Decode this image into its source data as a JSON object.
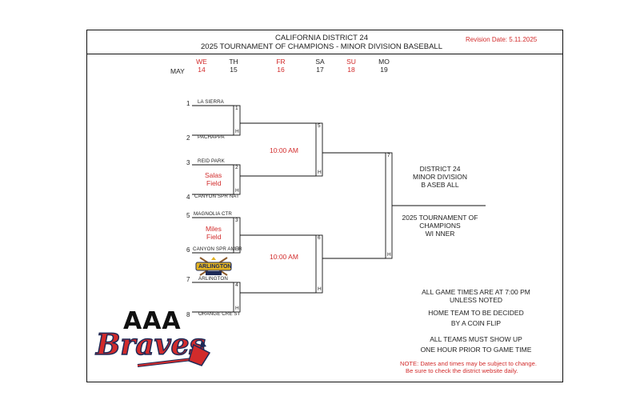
{
  "header": {
    "title_line1": "CALIFORNIA DISTRICT 24",
    "title_line2": "2025 TOURNAMENT OF CHAMPIONS - MINOR DIVISION BASEBALL",
    "revision": "Revision Date: 5.11.2025"
  },
  "calendar": {
    "month": "MAY",
    "days": [
      {
        "dow": "WE",
        "date": "14",
        "highlight": true
      },
      {
        "dow": "TH",
        "date": "15",
        "highlight": false
      },
      {
        "dow": "FR",
        "date": "16",
        "highlight": true
      },
      {
        "dow": "SA",
        "date": "17",
        "highlight": false
      },
      {
        "dow": "SU",
        "date": "18",
        "highlight": true
      },
      {
        "dow": "MO",
        "date": "19",
        "highlight": false
      }
    ]
  },
  "seeds": [
    {
      "seed": "1",
      "team": "LA SIERRA"
    },
    {
      "seed": "2",
      "team": "PACHAPPA"
    },
    {
      "seed": "3",
      "team": "REID PARK"
    },
    {
      "seed": "4",
      "team": "CANYON SPR NAT"
    },
    {
      "seed": "5",
      "team": "MAGNOLIA CTR"
    },
    {
      "seed": "6",
      "team": "CANYON SPR AMER"
    },
    {
      "seed": "7",
      "team": "ARLINGTON"
    },
    {
      "seed": "8",
      "team": "ORANGE CRE ST"
    }
  ],
  "games": {
    "g1": "1",
    "g2": "2",
    "g3": "3",
    "g4": "4",
    "g5": "5",
    "g6": "6",
    "g7": "7",
    "home_mark": "H"
  },
  "venues": {
    "salas_line1": "Salas",
    "salas_line2": "Field",
    "miles_line1": "Miles",
    "miles_line2": "Field"
  },
  "times": {
    "game5": "10:00 AM",
    "game6": "10:00 AM"
  },
  "champion": {
    "line1": "DISTRICT 24",
    "line2": "MINOR DIVISION",
    "line3": "B ASEB ALL",
    "line4": "2025 TOURNAMENT OF",
    "line5": "CHAMPIONS",
    "line6": "WI NNER"
  },
  "notes": {
    "n1a": "ALL GAME TIMES ARE AT 7:00 PM",
    "n1b": "UNLESS NOTED",
    "n2a": "HOME TEAM TO BE DECIDED",
    "n2b": "BY A COIN FLIP",
    "n3a": "ALL TEAMS MUST SHOW UP",
    "n3b": "ONE HOUR PRIOR TO GAME TIME",
    "disclaimer1": "NOTE: Dates and times may be subject to change.",
    "disclaimer2": "Be sure to check the district website daily."
  },
  "logos": {
    "arlington_text": "ARLINGTON",
    "braves_top": "AAA",
    "braves_script": "Braves"
  },
  "colors": {
    "red": "#d22b2b",
    "navy": "#1d2a57",
    "gold": "#e3b321",
    "line": "#111111"
  }
}
